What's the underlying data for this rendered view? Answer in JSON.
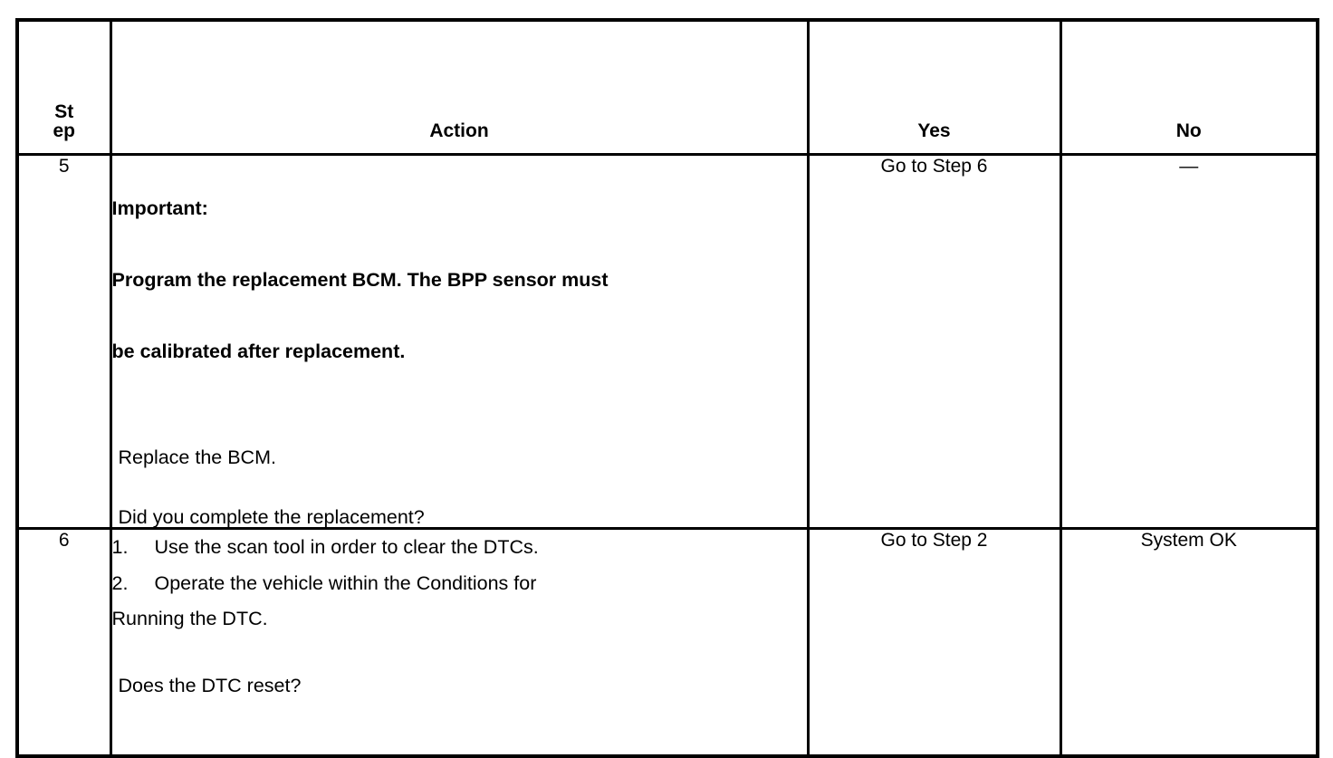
{
  "table": {
    "headers": {
      "step_line1": "St",
      "step_line2": "ep",
      "action": "Action",
      "yes": "Yes",
      "no": "No"
    },
    "rows": [
      {
        "step": "5",
        "action": {
          "bold_lines": [
            "Important:",
            "Program the replacement BCM. The BPP sensor must",
            "be calibrated after replacement."
          ],
          "plain_lines": [
            "Replace the BCM.",
            "Did you complete the replacement?"
          ],
          "numbered_items": [],
          "continuation_line": ""
        },
        "yes": "Go to Step 6",
        "no": "—"
      },
      {
        "step": "6",
        "action": {
          "bold_lines": [],
          "plain_lines": [
            "Does the DTC reset?"
          ],
          "numbered_items": [
            {
              "number": "1.",
              "text": "Use the scan tool in order to clear the DTCs."
            },
            {
              "number": "2.",
              "text": "Operate the vehicle within the Conditions for"
            }
          ],
          "continuation_line": "Running the DTC."
        },
        "yes": "Go to Step 2",
        "no": "System OK"
      }
    ]
  },
  "colors": {
    "border": "#000000",
    "text": "#000000",
    "background": "#ffffff"
  }
}
